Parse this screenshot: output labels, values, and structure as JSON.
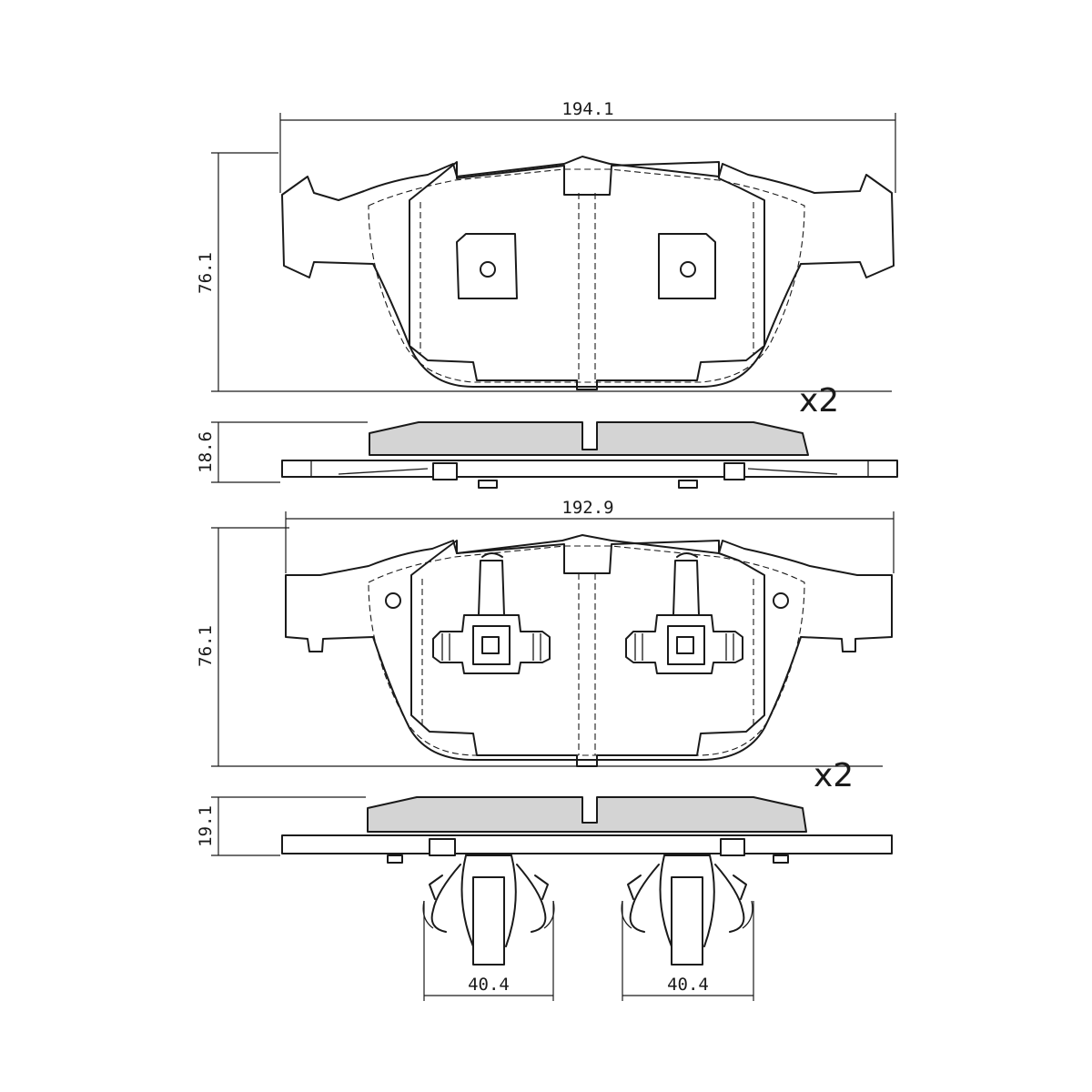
{
  "diagram": {
    "top_pad": {
      "width_label": "194.1",
      "height_label": "76.1",
      "thickness_label": "18.6",
      "quantity_label": "x2"
    },
    "bottom_pad": {
      "width_label": "192.9",
      "height_label": "76.1",
      "thickness_label": "19.1",
      "quantity_label": "x2",
      "clip_left_label": "40.4",
      "clip_right_label": "40.4"
    },
    "colors": {
      "line": "#1a1a1a",
      "friction_material": "#d4d4d4",
      "background": "#ffffff"
    }
  }
}
